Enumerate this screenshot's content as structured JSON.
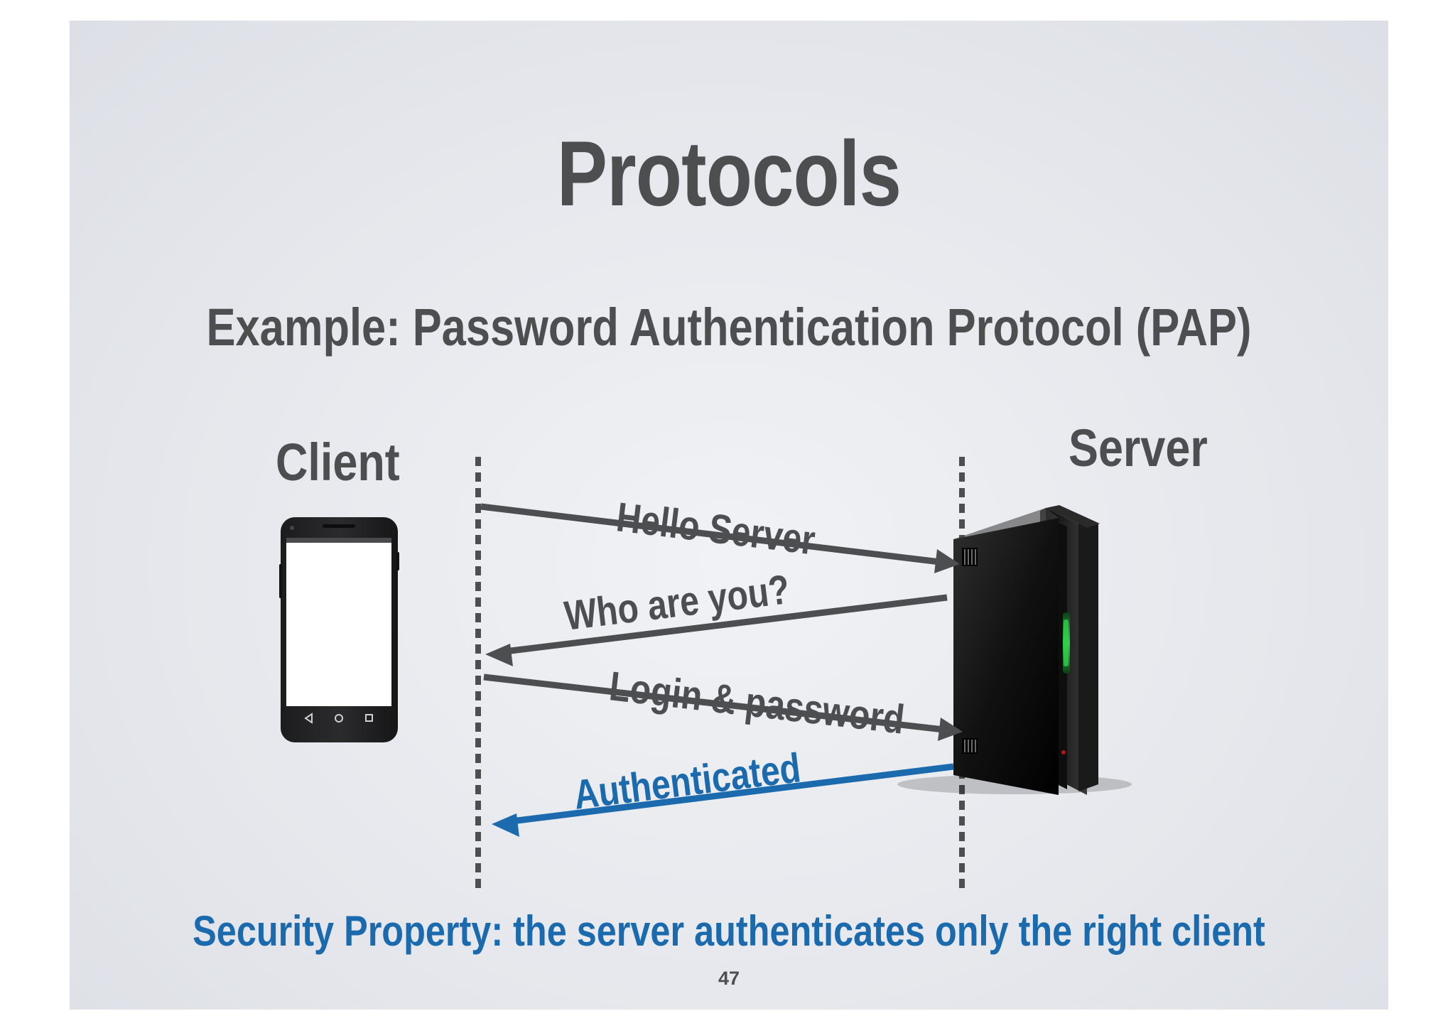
{
  "title": "Protocols",
  "subtitle": "Example: Password Authentication Protocol (PAP)",
  "actors": {
    "client": "Client",
    "server": "Server"
  },
  "messages": [
    {
      "label": "Hello Server",
      "direction": "client-to-server",
      "color": "#4d4e50"
    },
    {
      "label": "Who are you?",
      "direction": "server-to-client",
      "color": "#4d4e50"
    },
    {
      "label": "Login & password",
      "direction": "client-to-server",
      "color": "#4d4e50"
    },
    {
      "label": "Authenticated",
      "direction": "server-to-client",
      "color": "#1a6aad"
    }
  ],
  "footer": "Security Property: the server authenticates only the right client",
  "page_number": "47",
  "colors": {
    "text_dark": "#4d4e50",
    "accent_blue": "#1a6aad",
    "server_led": "#2fd14a"
  },
  "icons": {
    "client": "smartphone-icon",
    "server": "server-tower-icon"
  }
}
